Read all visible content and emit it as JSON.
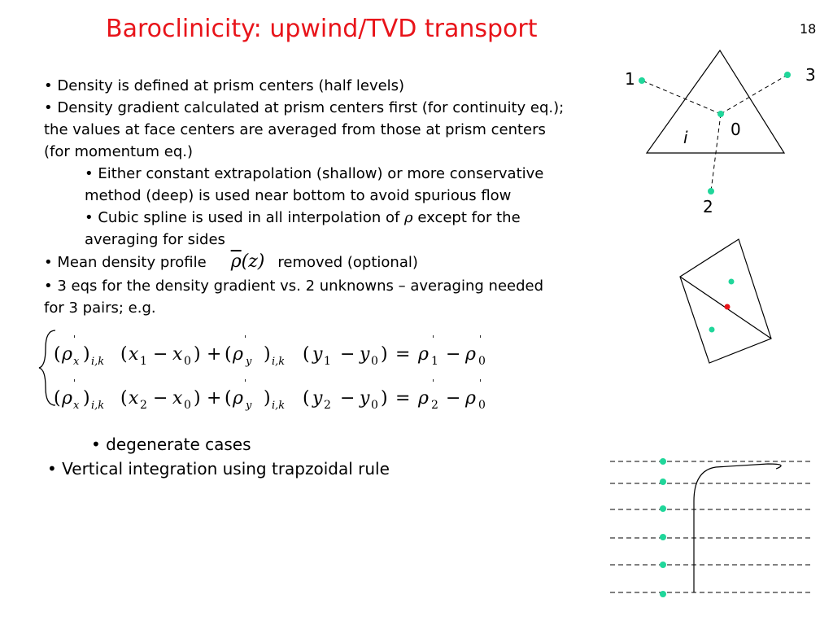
{
  "slide": {
    "title": "Baroclinicity: upwind/TVD transport",
    "number": "18"
  },
  "bullets": [
    {
      "text": "• Density is defined at prism centers (half levels)"
    },
    {
      "text": "• Density gradient calculated at prism centers first (for continuity eq.);"
    },
    {
      "text": "the values at face centers are averaged from those at prism centers"
    },
    {
      "text": "(for momentum eq.)"
    },
    {
      "text": "• Either constant extrapolation (shallow) or more conservative"
    },
    {
      "text": "method (deep) is used near bottom to avoid spurious flow"
    },
    {
      "pre": "• Cubic spline is used in all interpolation of ",
      "sym": "ρ",
      "post": " except for the"
    },
    {
      "text": "averaging for sides"
    },
    {
      "pre": "• Mean density profile",
      "post": "removed (optional)"
    },
    {
      "text": "• 3 eqs for the density gradient vs. 2 unknowns – averaging needed"
    },
    {
      "text": "for 3 pairs; e.g."
    }
  ],
  "mean_profile_symbol": {
    "main": "ρ",
    "arg": "(z)"
  },
  "bottom_bullets": {
    "degenerate": "• degenerate cases",
    "vertical": "• Vertical integration using trapzoidal rule"
  },
  "figure_triangle": {
    "labels": {
      "p1": "1",
      "p3": "3",
      "p0": "0",
      "pi": "i",
      "p2": "2"
    },
    "dot_color": "#20d69a",
    "red_dot_color": "#e8141a"
  },
  "equations": [
    {
      "rho": "ρ",
      "sx": "x",
      "sub": "i,k",
      "x_a": "x",
      "n_a": "1",
      "x_b": "x",
      "n_b": "0",
      "sy": "y",
      "y_a": "y",
      "m_a": "1",
      "y_b": "y",
      "m_b": "0",
      "r1": "ρ",
      "r1n": "1",
      "r2": "ρ",
      "r2n": "0"
    },
    {
      "rho": "ρ",
      "sx": "x",
      "sub": "i,k",
      "x_a": "x",
      "n_a": "2",
      "x_b": "x",
      "n_b": "0",
      "sy": "y",
      "y_a": "y",
      "m_a": "2",
      "y_b": "y",
      "m_b": "0",
      "r1": "ρ",
      "r1n": "2",
      "r2": "ρ",
      "r2n": "0"
    }
  ]
}
